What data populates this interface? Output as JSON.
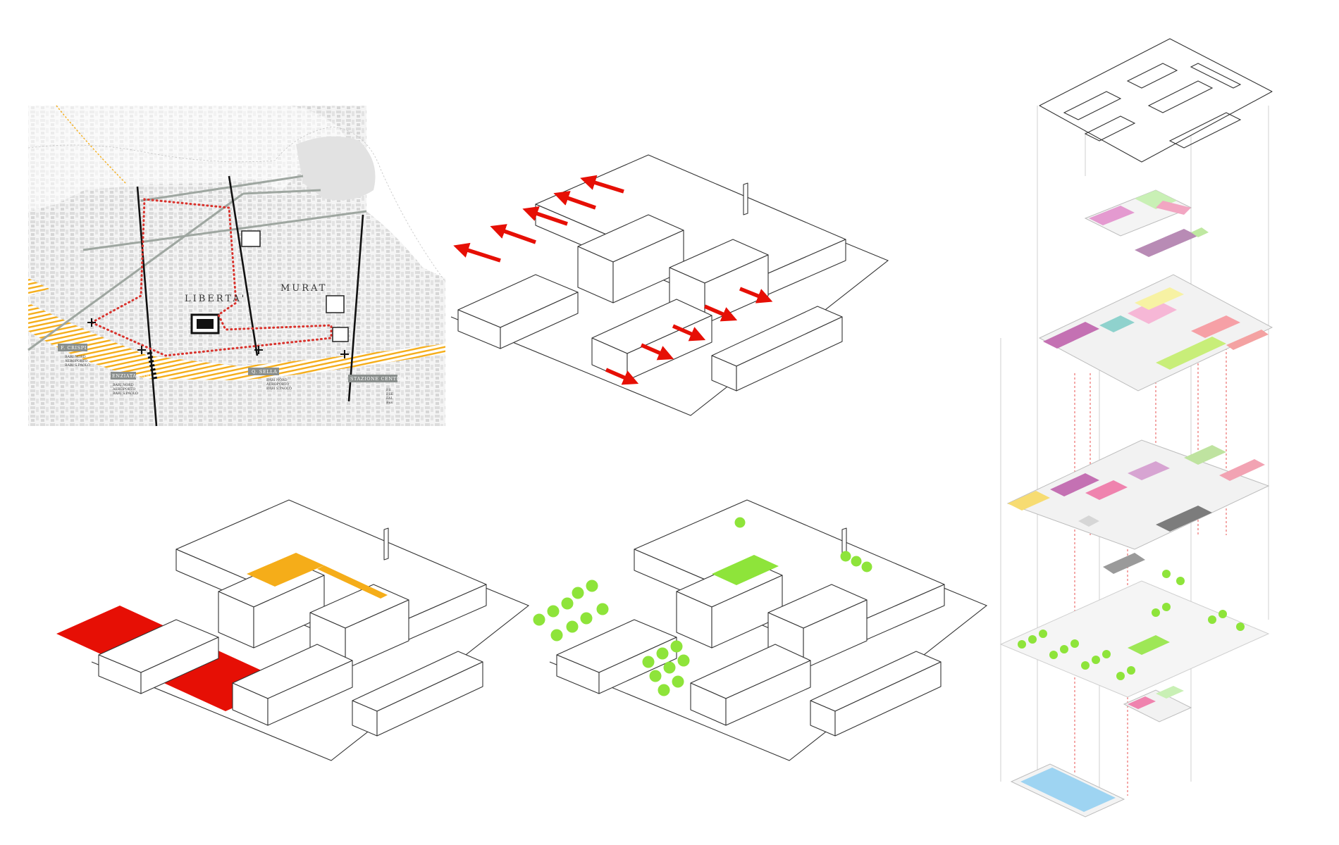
{
  "map": {
    "districts": [
      "LIBERTA'",
      "MURAT"
    ],
    "stations": [
      {
        "name": "F. CRISPI",
        "lines": [
          "BARI NORD",
          "AEROPORTO",
          "BARI S.PAOLO"
        ]
      },
      {
        "name": "ENZIATA BARI",
        "lines": [
          "BARI NORD",
          "AEROPORTO",
          "BARI S.PAOLO"
        ]
      },
      {
        "name": "Q. SELLA",
        "lines": [
          "BARI NORD",
          "AEROPORTO",
          "BARI S.PAOLO"
        ]
      },
      {
        "name": "STAZIONE CENTRALE",
        "lines": [
          "FS",
          "FSE",
          "FAL",
          "Bus"
        ]
      }
    ]
  },
  "colors": {
    "red_accent": "#e60f05",
    "orange_accent": "#f5ad19",
    "green_accent": "#8ee43a",
    "route_dots": "#d9322c",
    "pool_blue": "#9ed4f2"
  },
  "panels": [
    {
      "id": "site-map",
      "kind": "urban map"
    },
    {
      "id": "axo-connections",
      "kind": "axonometric, red arrows"
    },
    {
      "id": "axo-squares",
      "kind": "axonometric, red square and orange court"
    },
    {
      "id": "axo-green",
      "kind": "axonometric, trees"
    },
    {
      "id": "exploded-axo",
      "kind": "exploded axonometric, 7 layers"
    }
  ]
}
